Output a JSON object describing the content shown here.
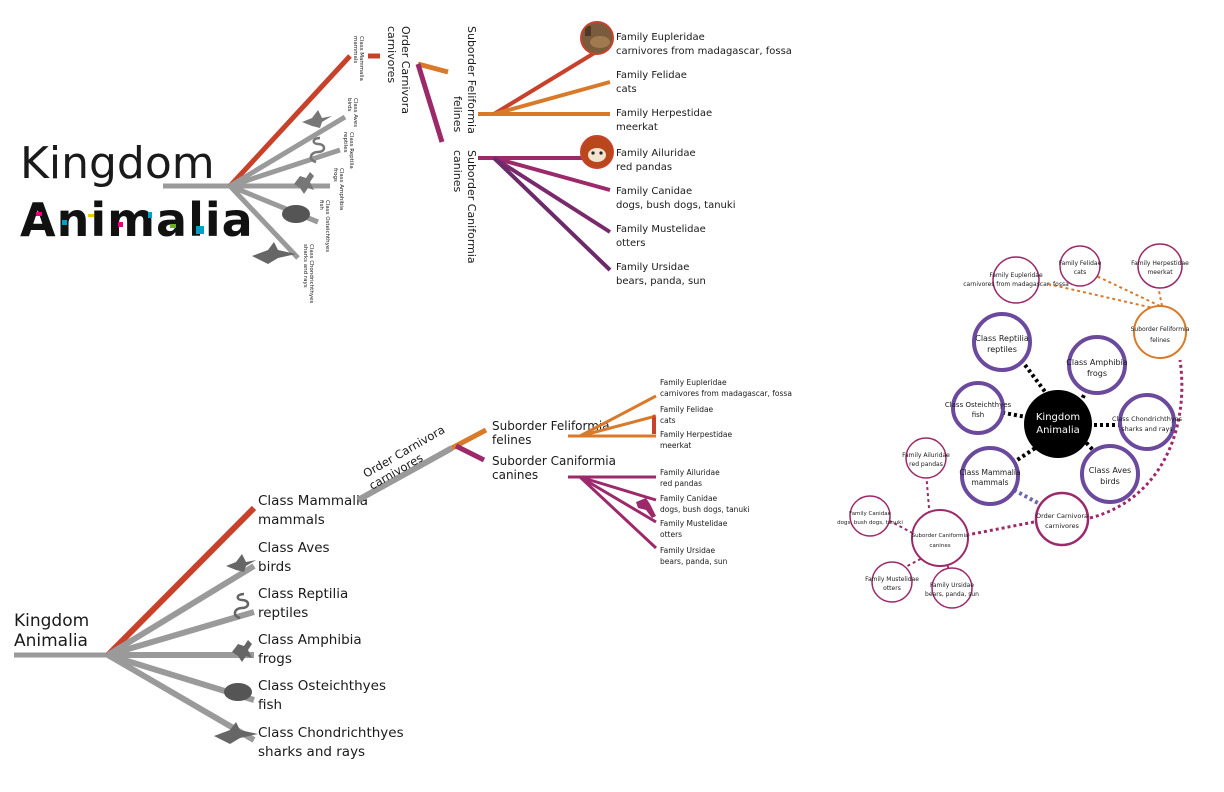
{
  "colors": {
    "gray": "#9a9a9a",
    "red": "#c8412b",
    "orange": "#d97a2b",
    "magenta": "#9c2a6a",
    "purple": "#6b4a9e",
    "black": "#000000"
  },
  "icons": [
    "bird-icon",
    "snake-icon",
    "frog-icon",
    "fish-icon",
    "shark-icon",
    "fossa-photo",
    "red-panda-photo",
    "meerkat-icon",
    "otter-icon"
  ],
  "tree1": {
    "kingdom_line1": "Kingdom",
    "kingdom_line2": "Animalia",
    "classes": [
      {
        "name": "Class Mammalia",
        "common": "mammals"
      },
      {
        "name": "Class Aves",
        "common": "birds"
      },
      {
        "name": "Class Reptilia",
        "common": "reptiles"
      },
      {
        "name": "Class Amphibia",
        "common": "frogs"
      },
      {
        "name": "Class Osteichthyes",
        "common": "fish"
      },
      {
        "name": "Class Chondrichthyes",
        "common": "sharks and rays"
      }
    ],
    "order": {
      "name": "Order Carnivora",
      "common": "carnivores"
    },
    "suborders": [
      {
        "name": "Suborder Feliformia",
        "common": "felines"
      },
      {
        "name": "Suborder Caniformia",
        "common": "canines"
      }
    ],
    "families": [
      {
        "name": "Family Eupleridae",
        "common": "carnivores from madagascar, fossa"
      },
      {
        "name": "Family Felidae",
        "common": "cats"
      },
      {
        "name": "Family Herpestidae",
        "common": "meerkat"
      },
      {
        "name": "Family Ailuridae",
        "common": "red pandas"
      },
      {
        "name": "Family Canidae",
        "common": "dogs, bush dogs, tanuki"
      },
      {
        "name": "Family Mustelidae",
        "common": "otters"
      },
      {
        "name": "Family Ursidae",
        "common": "bears, panda, sun"
      }
    ]
  },
  "tree2": {
    "kingdom_line1": "Kingdom",
    "kingdom_line2": "Animalia",
    "classes": [
      {
        "name": "Class Mammalia",
        "common": "mammals"
      },
      {
        "name": "Class Aves",
        "common": "birds"
      },
      {
        "name": "Class Reptilia",
        "common": "reptiles"
      },
      {
        "name": "Class Amphibia",
        "common": "frogs"
      },
      {
        "name": "Class Osteichthyes",
        "common": "fish"
      },
      {
        "name": "Class Chondrichthyes",
        "common": "sharks and rays"
      }
    ],
    "order": {
      "name": "Order Carnivora",
      "common": "carnivores"
    },
    "suborders": [
      {
        "name": "Suborder Feliformia",
        "common": "felines"
      },
      {
        "name": "Suborder Caniformia",
        "common": "canines"
      }
    ],
    "families": [
      {
        "name": "Family Eupleridae",
        "common": "carnivores from madagascar, fossa"
      },
      {
        "name": "Family Felidae",
        "common": "cats"
      },
      {
        "name": "Family Herpestidae",
        "common": "meerkat"
      },
      {
        "name": "Family Ailuridae",
        "common": "red pandas"
      },
      {
        "name": "Family Canidae",
        "common": "dogs, bush dogs, tanuki"
      },
      {
        "name": "Family Mustelidae",
        "common": "otters"
      },
      {
        "name": "Family Ursidae",
        "common": "bears, panda, sun"
      }
    ]
  },
  "radial": {
    "center_line1": "Kingdom",
    "center_line2": "Animalia",
    "classes": [
      {
        "name": "Class Reptilia",
        "common": "reptiles"
      },
      {
        "name": "Class Amphibia",
        "common": "frogs"
      },
      {
        "name": "Class Osteichthyes",
        "common": "fish"
      },
      {
        "name": "Class Chondrichthyes",
        "common": "sharks and rays"
      },
      {
        "name": "Class Mammalia",
        "common": "mammals"
      },
      {
        "name": "Class Aves",
        "common": "birds"
      }
    ],
    "order": {
      "name": "Order Carnivora",
      "common": "carnivores"
    },
    "feliformia": {
      "name": "Suborder Feliformia",
      "common": "felines"
    },
    "caniformia": {
      "name": "Suborder Caniformia",
      "common": "canines"
    },
    "fel_families": [
      {
        "name": "Family Eupleridae",
        "common": "carnivores from madagascar, fossa"
      },
      {
        "name": "Family Felidae",
        "common": "cats"
      },
      {
        "name": "Family Herpestidae",
        "common": "meerkat"
      }
    ],
    "can_families": [
      {
        "name": "Family Ailuridae",
        "common": "red pandas"
      },
      {
        "name": "Family Canidae",
        "common": "dogs, bush dogs, tanuki"
      },
      {
        "name": "Family Mustelidae",
        "common": "otters"
      },
      {
        "name": "Family Ursidae",
        "common": "bears, panda, sun"
      }
    ]
  }
}
